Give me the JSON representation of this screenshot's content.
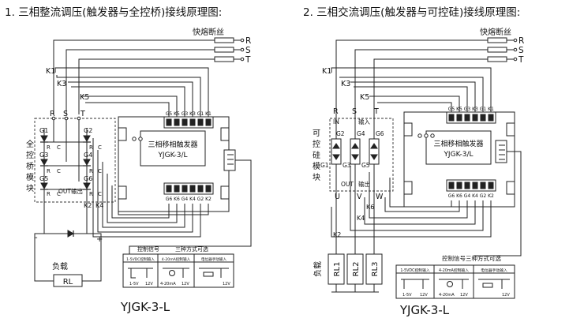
{
  "left": {
    "title": "1. 三相整流调压(触发器与全控桥)接线原理图:",
    "fuse_label": "快熔断丝",
    "phases": [
      "R",
      "S",
      "T"
    ],
    "k_labels": [
      "K1",
      "K3",
      "K5"
    ],
    "bridge_label": [
      "全",
      "控",
      "桥",
      "模",
      "块"
    ],
    "bridge_phase_labels": [
      "R",
      "S",
      "T"
    ],
    "gates": [
      "G1",
      "G2",
      "G3",
      "G4",
      "G5",
      "G6"
    ],
    "k_bottom": [
      "K2",
      "K4"
    ],
    "out_label": "OUT输出",
    "module_name": "三相移相触发器",
    "module_model": "YJGK-3/L",
    "top_terminals": [
      "G5",
      "K5",
      "G3",
      "K3",
      "G1",
      "K1"
    ],
    "bottom_terminals": [
      "G6",
      "K6",
      "G4",
      "K4",
      "G2",
      "K2"
    ],
    "minus": "-",
    "plus": "+",
    "load_label": "负载",
    "load_name": "RL",
    "ctrl_title": "控制信号",
    "ctrl_modes": "三种方式可选",
    "ctrl_cells": [
      "1-5VDC控制输入",
      "4-20mA控制输入",
      "电位器手动输入"
    ],
    "ctrl_sub": [
      "1-5V",
      "12V",
      "4-20mA",
      "12V",
      "12V"
    ],
    "bottom_label": "YJGK-3-L"
  },
  "right": {
    "title": "2. 三相交流调压(触发器与可控硅)接线原理图:",
    "fuse_label": "快熔断丝",
    "phases": [
      "R",
      "S",
      "T"
    ],
    "k_labels": [
      "K1",
      "K3",
      "K5"
    ],
    "module_label": [
      "可",
      "控",
      "硅",
      "模",
      "块"
    ],
    "phase_labels": [
      "R",
      "S",
      "T"
    ],
    "in_label": "IN",
    "input_label": "输入",
    "output_label": "输出",
    "gates": [
      "G2",
      "G4",
      "G6",
      "G1",
      "G3",
      "G5"
    ],
    "out_label": "OUT",
    "uvw": [
      "U",
      "V",
      "W"
    ],
    "k_lower": [
      "K6",
      "K4",
      "K2"
    ],
    "module_name": "三相移相触发器",
    "module_model": "YJGK-3/L",
    "top_terminals": [
      "G5",
      "K5",
      "G3",
      "K3",
      "G1",
      "K1"
    ],
    "bottom_terminals": [
      "G6",
      "K6",
      "G4",
      "K4",
      "G2",
      "K2"
    ],
    "load_label": "负载",
    "loads": [
      "RL1",
      "RL2",
      "RL3"
    ],
    "ctrl_title": "控制信号三种方式可选",
    "ctrl_cells": [
      "1-5VDC控制输入",
      "4-20mA控制输入",
      "电位器手动输入"
    ],
    "ctrl_sub": [
      "1-5V",
      "12V",
      "4-20mA",
      "12V",
      "12V"
    ],
    "bottom_label": "YJGK-3-L"
  }
}
